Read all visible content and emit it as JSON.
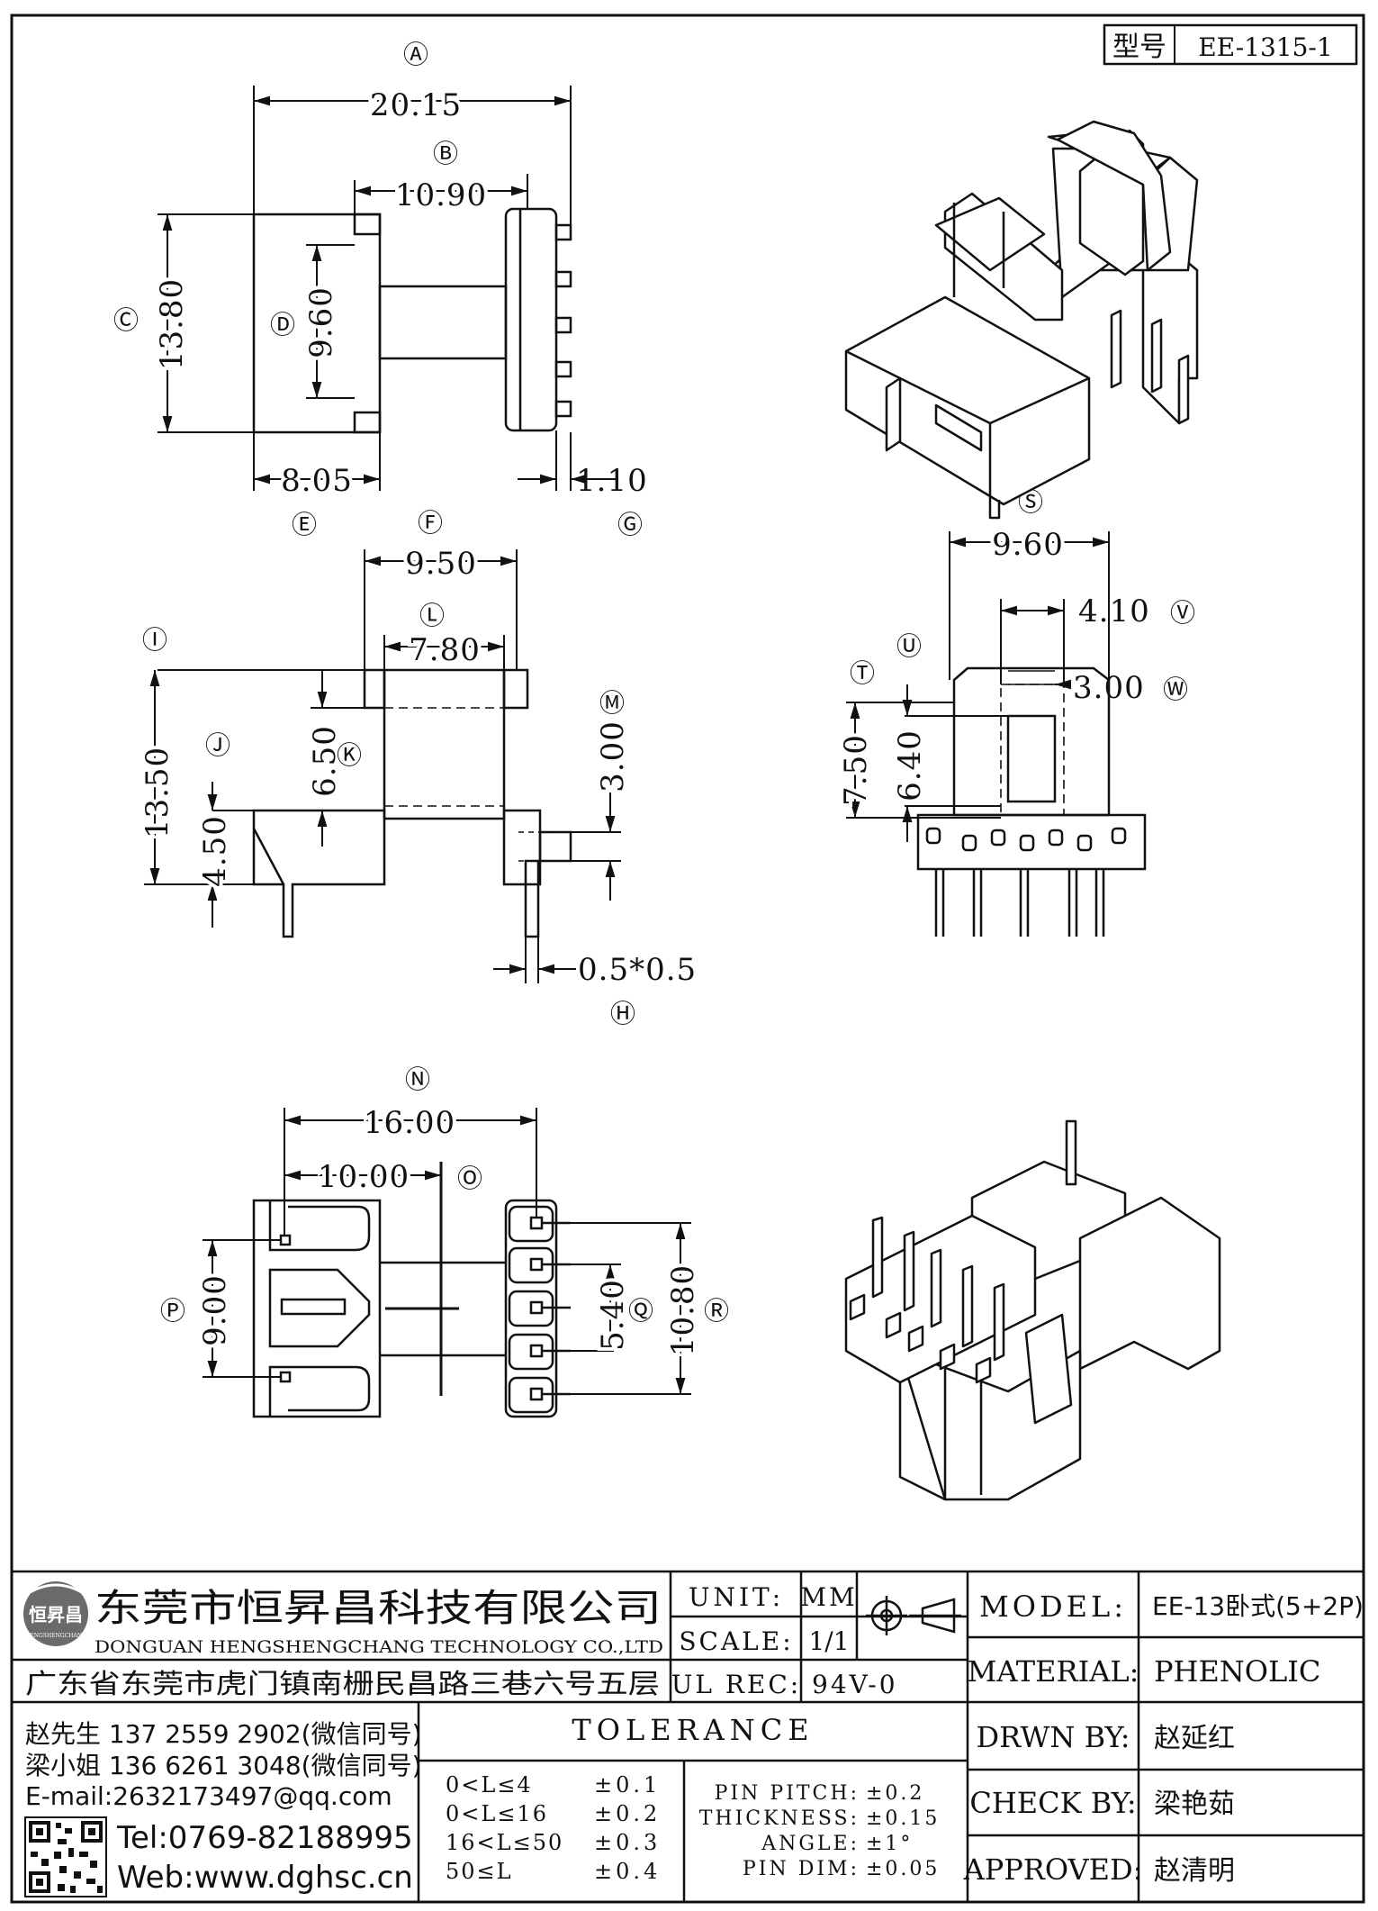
{
  "part_no": {
    "label": "型号",
    "value": "EE-1315-1"
  },
  "dimensions": {
    "A": "20.15",
    "B": "10.90",
    "C": "13.80",
    "D": "9.60",
    "E": "8.05",
    "G": "1.10",
    "F": "9.50",
    "L": "7.80",
    "I": "13.50",
    "K": "6.50",
    "J": "4.50",
    "M": "3.00",
    "H": "0.5*0.5",
    "S": "9.60",
    "V": "4.10",
    "W": "3.00",
    "T": "7.50",
    "U": "6.40",
    "N": "16.00",
    "O": "10.00",
    "P": "9.00",
    "Q": "5.40",
    "R": "10.80"
  },
  "letters": {
    "A": "Ⓐ",
    "B": "Ⓑ",
    "C": "Ⓒ",
    "D": "Ⓓ",
    "E": "Ⓔ",
    "F": "Ⓕ",
    "G": "Ⓖ",
    "H": "Ⓗ",
    "I": "Ⓘ",
    "J": "Ⓙ",
    "K": "Ⓚ",
    "L": "Ⓛ",
    "M": "Ⓜ",
    "N": "Ⓝ",
    "O": "Ⓞ",
    "P": "Ⓟ",
    "Q": "Ⓠ",
    "R": "Ⓡ",
    "S": "Ⓢ",
    "T": "Ⓣ",
    "U": "Ⓤ",
    "V": "Ⓥ",
    "W": "Ⓦ"
  },
  "company": {
    "name_cn": "东莞市恒昇昌科技有限公司",
    "name_en": "DONGUAN HENGSHENGCHANG TECHNOLOGY CO.,LTD",
    "address": "广东省东莞市虎门镇南栅民昌路三巷六号五层",
    "logo_text": "恒昇昌",
    "logo_sub": "HENGSHENGCHANG"
  },
  "contacts": {
    "c1": "赵先生 137 2559 2902(微信同号)",
    "c2": "梁小姐 136 6261 3048(微信同号)",
    "email": "E-mail:2632173497@qq.com",
    "tel": "Tel:0769-82188995",
    "web": "Web:www.dghsc.cn"
  },
  "unit": {
    "label": "UNIT:",
    "value": "MM"
  },
  "scale": {
    "label": "SCALE:",
    "value": "1/1"
  },
  "ulrec": {
    "label": "UL REC:",
    "value": "94V-0"
  },
  "tolerance": {
    "title": "TOLERANCE",
    "ranges": [
      {
        "range": "0<L≤4",
        "tol": "±0.1"
      },
      {
        "range": "0<L≤16",
        "tol": "±0.2"
      },
      {
        "range": "16<L≤50",
        "tol": "±0.3"
      },
      {
        "range": "50≤L",
        "tol": "±0.4"
      }
    ],
    "others": [
      {
        "label": "PIN PITCH:",
        "value": "±0.2"
      },
      {
        "label": "THICKNESS:",
        "value": "±0.15"
      },
      {
        "label": "ANGLE:",
        "value": "±1°"
      },
      {
        "label": "PIN DIM:",
        "value": "±0.05"
      }
    ]
  },
  "model": {
    "label": "MODEL:",
    "value": "EE-13卧式(5+2P)"
  },
  "material": {
    "label": "MATERIAL:",
    "value": "PHENOLIC"
  },
  "drawn": {
    "label": "DRWN BY:",
    "value": "赵延红"
  },
  "check": {
    "label": "CHECK BY:",
    "value": "梁艳茹"
  },
  "approved": {
    "label": "APPROVED:",
    "value": "赵清明"
  }
}
